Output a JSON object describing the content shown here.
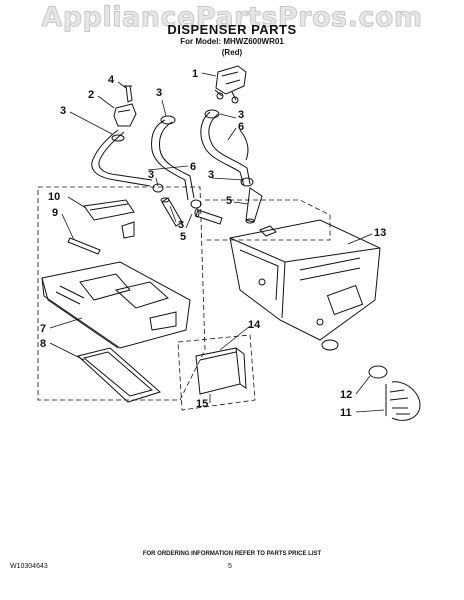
{
  "watermark": "AppliancePartsPros.com",
  "header": {
    "title": "DISPENSER PARTS",
    "model_line": "For Model: MHWZ600WR01",
    "variant": "(Red)"
  },
  "callouts": {
    "c1": "1",
    "c2": "2",
    "c3a": "3",
    "c3b": "3",
    "c3c": "3",
    "c3d": "3",
    "c3e": "3",
    "c3f": "3",
    "c4": "4",
    "c5a": "5",
    "c5b": "5",
    "c6a": "6",
    "c6b": "6",
    "c7": "7",
    "c8": "8",
    "c9": "9",
    "c10": "10",
    "c11": "11",
    "c12": "12",
    "c13": "13",
    "c14": "14",
    "c15": "15"
  },
  "footer": {
    "note": "FOR ORDERING INFORMATION REFER TO PARTS PRICE LIST",
    "doc_number": "W10304643",
    "page": "5"
  }
}
